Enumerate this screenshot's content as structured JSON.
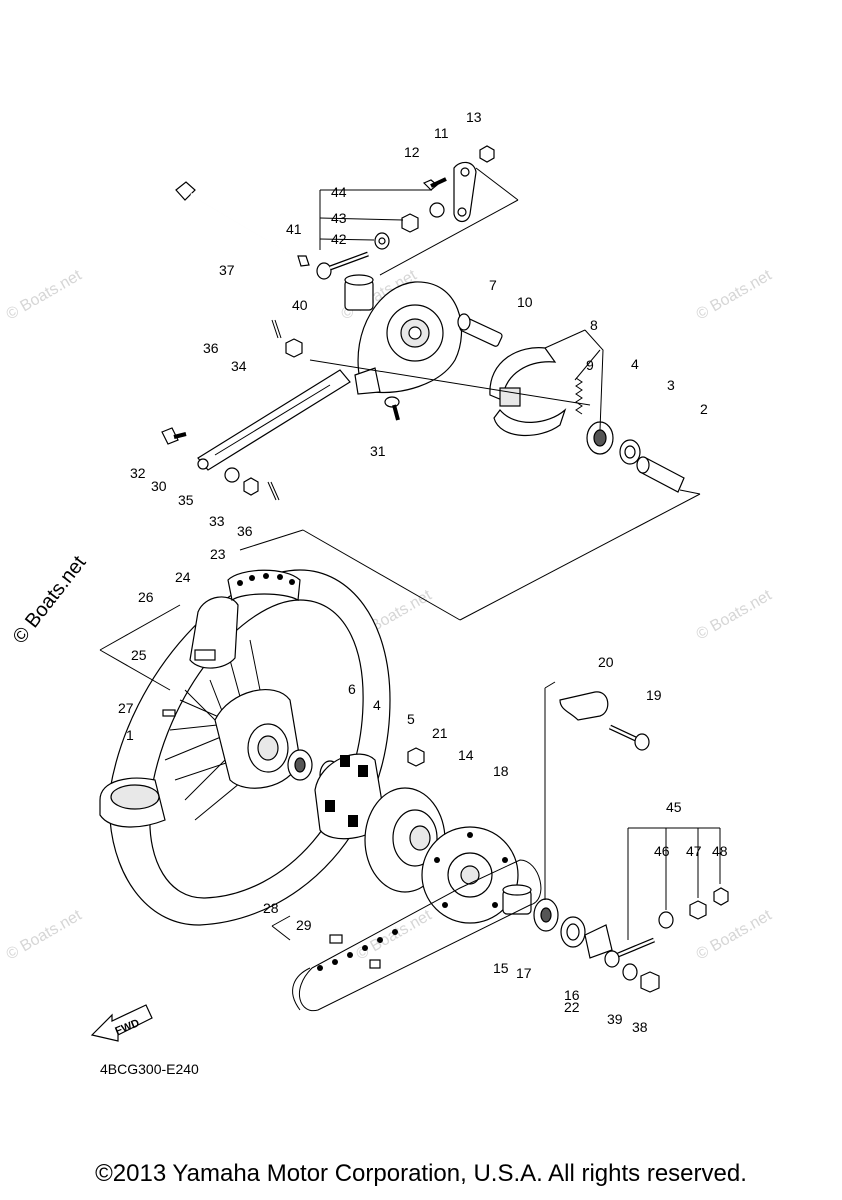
{
  "watermark": {
    "text": "© Boats.net",
    "main_text": "© Boats.net"
  },
  "diagram": {
    "code": "4BCG300-E240",
    "fwd_label": "FWD",
    "callouts": [
      "1",
      "2",
      "3",
      "4",
      "4",
      "5",
      "6",
      "7",
      "8",
      "9",
      "10",
      "11",
      "12",
      "13",
      "14",
      "15",
      "16",
      "17",
      "18",
      "19",
      "20",
      "21",
      "22",
      "23",
      "24",
      "25",
      "26",
      "27",
      "28",
      "29",
      "30",
      "31",
      "32",
      "33",
      "34",
      "35",
      "36",
      "36",
      "37",
      "38",
      "39",
      "40",
      "41",
      "42",
      "43",
      "44",
      "45",
      "46",
      "47",
      "48"
    ]
  },
  "footer": {
    "copyright": "©2013 Yamaha Motor Corporation, U.S.A. All rights reserved."
  }
}
